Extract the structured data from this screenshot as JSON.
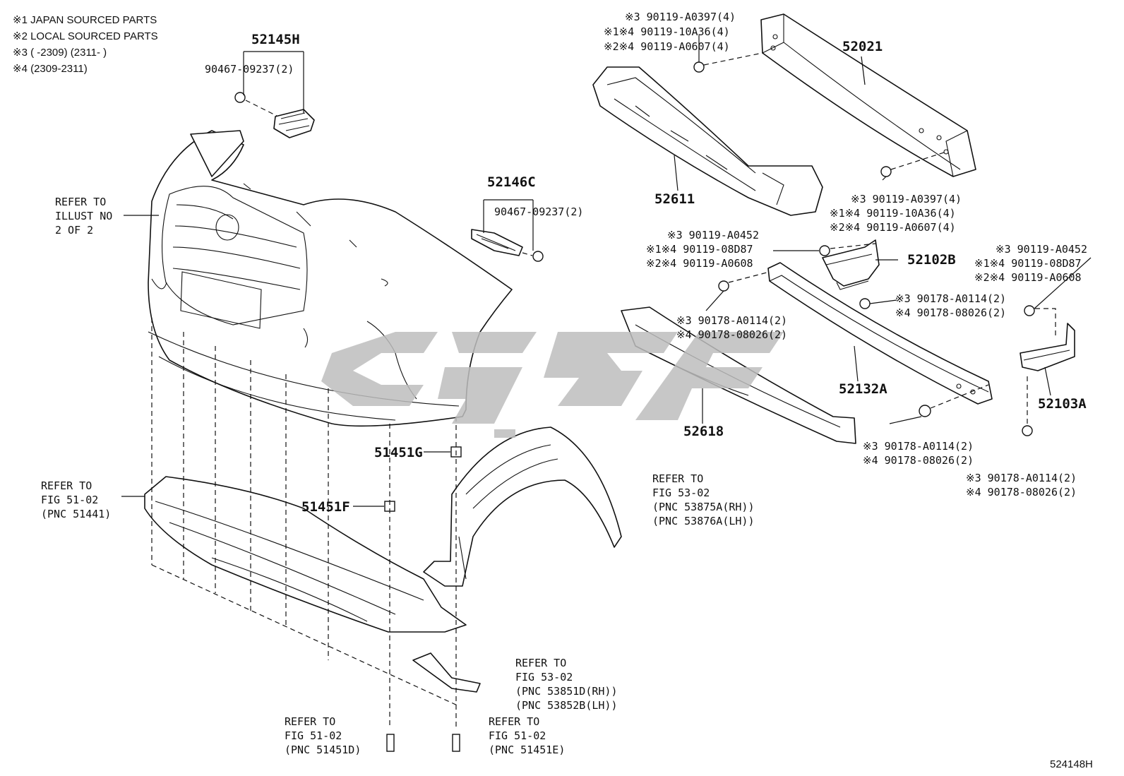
{
  "legend": [
    "※1 JAPAN SOURCED PARTS",
    "※2 LOCAL SOURCED PARTS",
    "※3 (     -2309) (2311-     )",
    "※4 (2309-2311)"
  ],
  "diagram_id": "524148H",
  "parts": {
    "p52145H": "52145H",
    "p90467a": "90467-09237(2)",
    "p52146C": "52146C",
    "p90467b": "90467-09237(2)",
    "p52021": "52021",
    "p52611": "52611",
    "p52102B": "52102B",
    "p52132A": "52132A",
    "p52103A": "52103A",
    "p52618": "52618",
    "p51451G": "51451G",
    "p51451F": "51451F"
  },
  "fastener_groups": {
    "top_bolt": [
      "※3 90119-A0397(4)",
      "※1※4 90119-10A36(4)",
      "※2※4 90119-A0607(4)"
    ],
    "right_bolt": [
      "※3 90119-A0397(4)",
      "※1※4 90119-10A36(4)",
      "※2※4 90119-A0607(4)"
    ],
    "mid_bolt": [
      "※3 90119-A0452",
      "※1※4 90119-08D87",
      "※2※4 90119-A0608"
    ],
    "far_right_bolt": [
      "※3 90119-A0452",
      "※1※4 90119-08D87",
      "※2※4 90119-A0608"
    ],
    "nut_left": [
      "※3 90178-A0114(2)",
      "※4 90178-08026(2)"
    ],
    "nut_mid": [
      "※3 90178-A0114(2)",
      "※4 90178-08026(2)"
    ],
    "nut_bottom": [
      "※3 90178-A0114(2)",
      "※4 90178-08026(2)"
    ],
    "nut_far_right": [
      "※3 90178-A0114(2)",
      "※4 90178-08026(2)"
    ]
  },
  "references": {
    "illust": [
      "REFER TO",
      "ILLUST NO",
      "2 OF 2"
    ],
    "fig5102_a": [
      "REFER TO",
      "FIG 51-02",
      "(PNC 51441)"
    ],
    "fig5302_a": [
      "REFER TO",
      "FIG 53-02",
      "(PNC 53875A(RH))",
      "(PNC 53876A(LH))"
    ],
    "fig5302_b": [
      "REFER TO",
      "FIG 53-02",
      "(PNC 53851D(RH))",
      "(PNC 53852B(LH))"
    ],
    "fig5102_b": [
      "REFER TO",
      "FIG 51-02",
      "(PNC 51451D)"
    ],
    "fig5102_c": [
      "REFER TO",
      "FIG 51-02",
      "(PNC 51451E)"
    ]
  }
}
